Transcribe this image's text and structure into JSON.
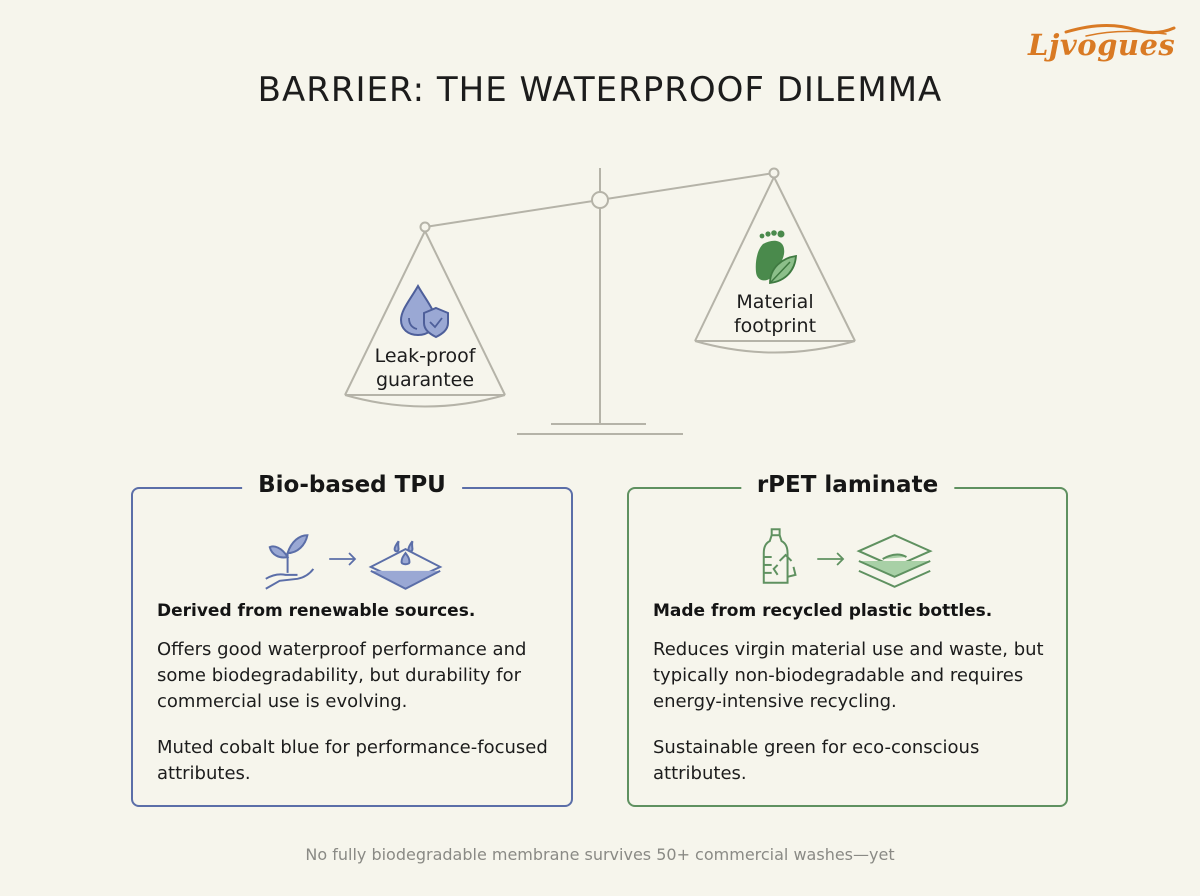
{
  "brand": {
    "logo_text": "Ljvogues",
    "color": "#d97a24"
  },
  "title": "BARRIER: THE WATERPROOF DILEMMA",
  "scale": {
    "left_pan": {
      "label_line1": "Leak-proof",
      "label_line2": "guarantee",
      "icon": "water-drop-shield-icon",
      "color": "#5b6ea8"
    },
    "right_pan": {
      "label_line1": "Material",
      "label_line2": "footprint",
      "icon": "footprint-leaf-icon",
      "color": "#4a8a4c"
    },
    "line_color": "#b5b3a8"
  },
  "cards": [
    {
      "title": "Bio-based TPU",
      "color": "#5b6ea8",
      "icons": [
        "plant-in-hand-icon",
        "arrow-right-icon",
        "waterproof-layers-icon"
      ],
      "lead": "Derived from renewable sources.",
      "body": "Offers good waterproof performance and some biodegradability, but durability for commercial use is evolving.",
      "note": "Muted cobalt blue for performance-focused attributes."
    },
    {
      "title": "rPET laminate",
      "color": "#5f9160",
      "icons": [
        "recycled-bottle-icon",
        "arrow-right-icon",
        "laminate-layers-icon"
      ],
      "lead": "Made from recycled plastic bottles.",
      "body": "Reduces virgin material use and waste, but typically non-biodegradable and requires energy-intensive recycling.",
      "note": "Sustainable green for eco-conscious attributes."
    }
  ],
  "footer": "No fully biodegradable membrane survives 50+ commercial washes—yet"
}
